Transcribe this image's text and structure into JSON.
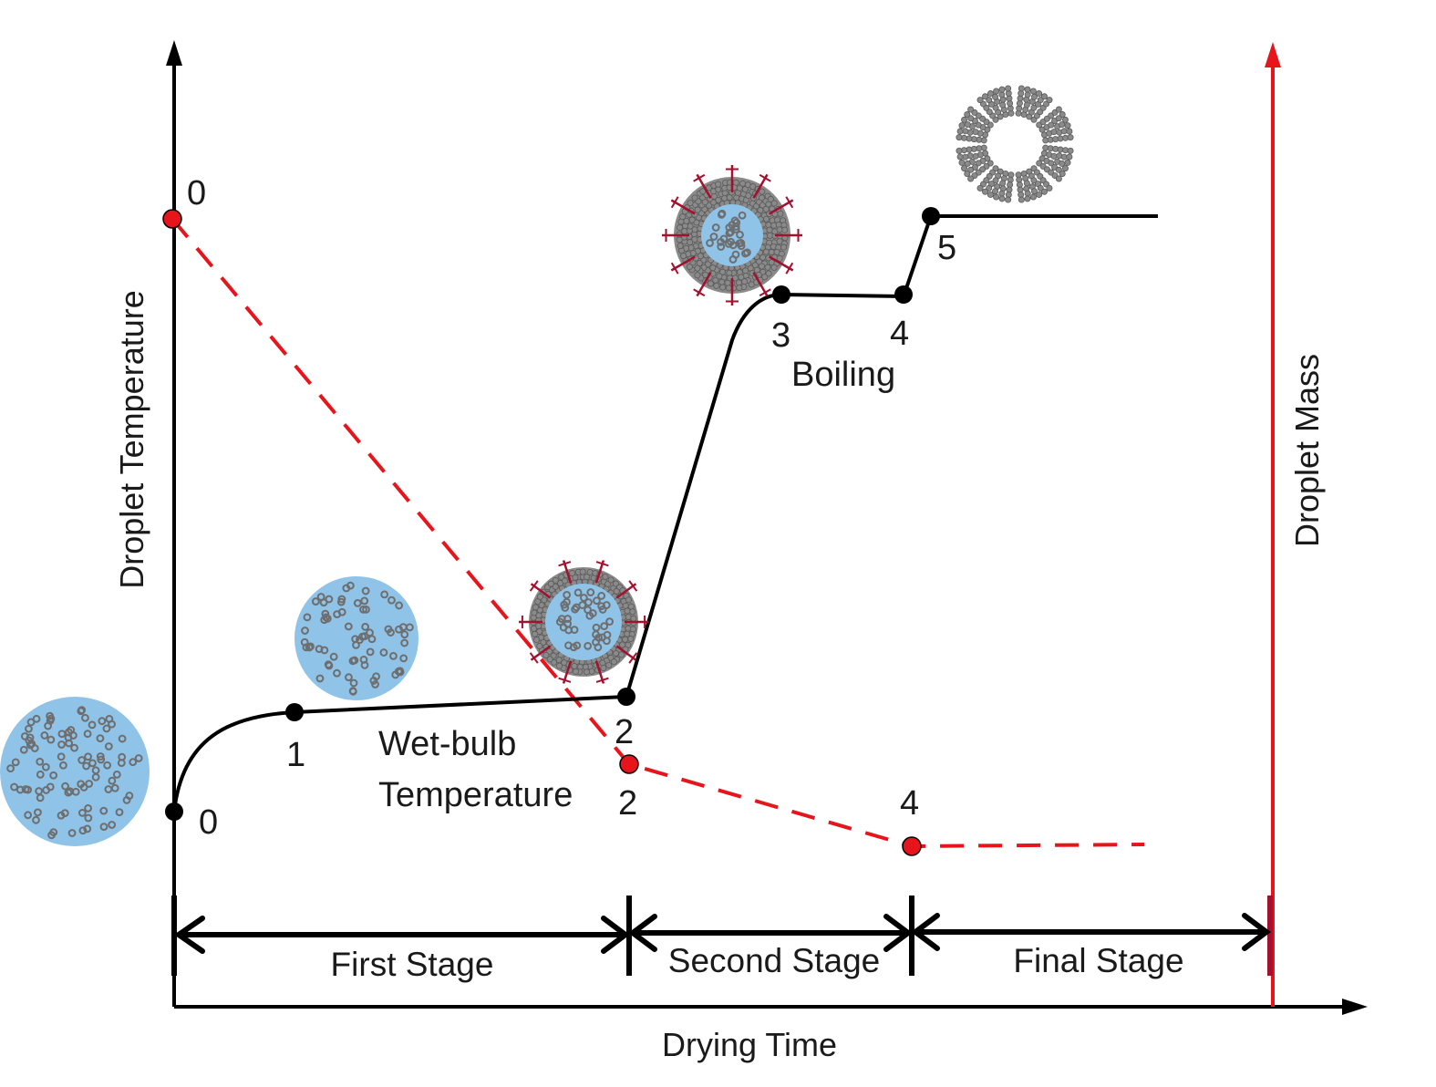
{
  "axes": {
    "x_title": "Drying Time",
    "y_left_title": "Droplet Temperature",
    "y_right_title": "Droplet Mass"
  },
  "temperature_points": [
    "0",
    "1",
    "2",
    "3",
    "4",
    "5"
  ],
  "mass_points": [
    "0",
    "2",
    "4"
  ],
  "annotations": {
    "wet_bulb_line1": "Wet-bulb",
    "wet_bulb_line2": "Temperature",
    "boiling": "Boiling"
  },
  "stages": [
    "First Stage",
    "Second Stage",
    "Final Stage"
  ],
  "colors": {
    "temperature_curve": "#000000",
    "mass_curve": "#e8141c",
    "droplet_fill": "#8fc3e8",
    "particle": "#6e6e6e",
    "crust": "#8a8a8a",
    "vapor_mark": "#a3112e"
  },
  "icons": [
    "wet-droplet-icon",
    "wet-droplet-icon",
    "crust-forming-droplet-icon",
    "boiling-droplet-icon",
    "dry-shell-particle-icon"
  ]
}
